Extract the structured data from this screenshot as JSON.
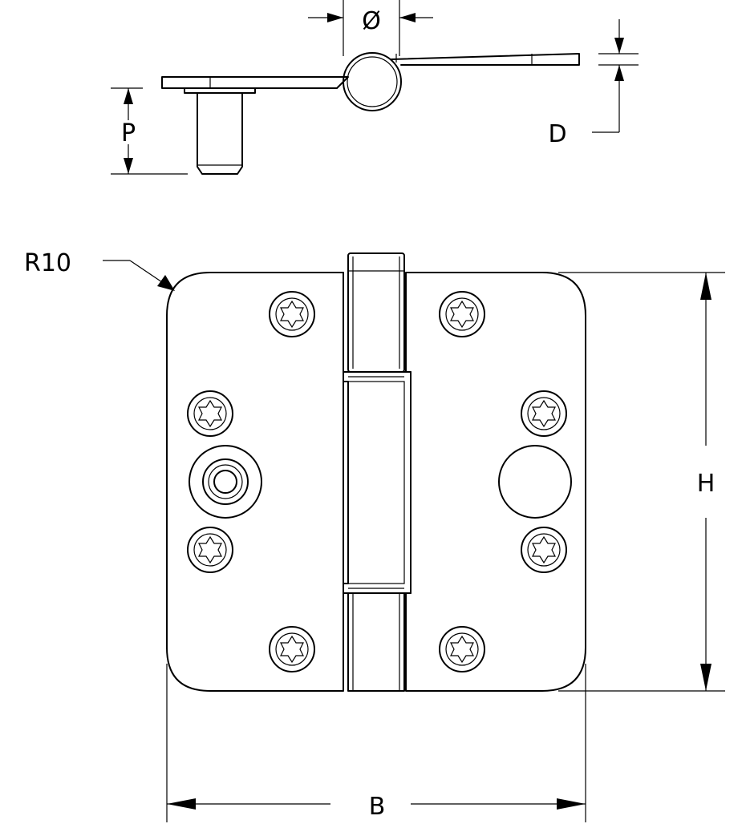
{
  "diagram": {
    "labels": {
      "pin_diameter": "Ø",
      "plate_thickness": "D",
      "pin_projection": "P",
      "corner_radius": "R10",
      "height": "H",
      "width": "B"
    }
  },
  "colors": {
    "line": "#000000",
    "background": "#ffffff"
  },
  "icons": {
    "screw_hole": "torx-countersunk-screw-icon",
    "security_stud": "security-stud-icon"
  }
}
